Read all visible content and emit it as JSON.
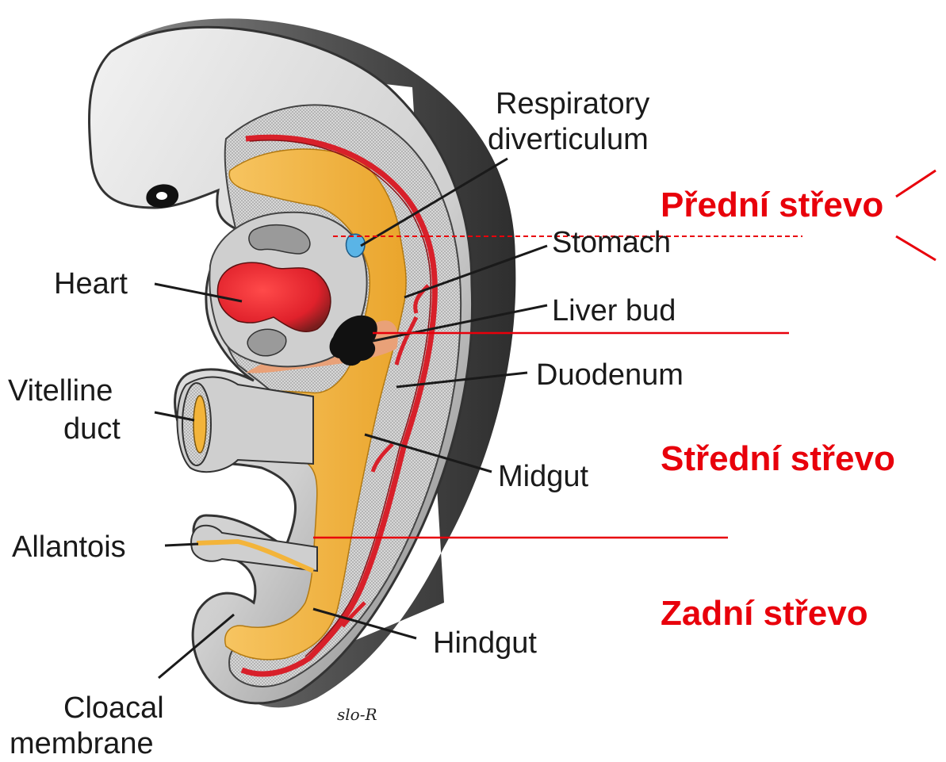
{
  "labels": {
    "respiratory_line1": "Respiratory",
    "respiratory_line2": "diverticulum",
    "stomach": "Stomach",
    "heart": "Heart",
    "liver_bud": "Liver bud",
    "vitelline_line1": "Vitelline",
    "vitelline_line2": "duct",
    "duodenum": "Duodenum",
    "midgut": "Midgut",
    "allantois": "Allantois",
    "hindgut": "Hindgut",
    "cloacal_line1": "Cloacal",
    "cloacal_line2": "membrane",
    "signature": "slo-R"
  },
  "sections": {
    "foregut": "Přední střevo",
    "midgut": "Střední střevo",
    "hindgut": "Zadní střevo"
  },
  "colors": {
    "section_red": "#e8000b",
    "gut_yellow": "#f3b43a",
    "aorta_red": "#d8202a",
    "heart_red": "#e0212b",
    "respiratory_blue": "#5ab4e6",
    "liver_black": "#111111"
  }
}
